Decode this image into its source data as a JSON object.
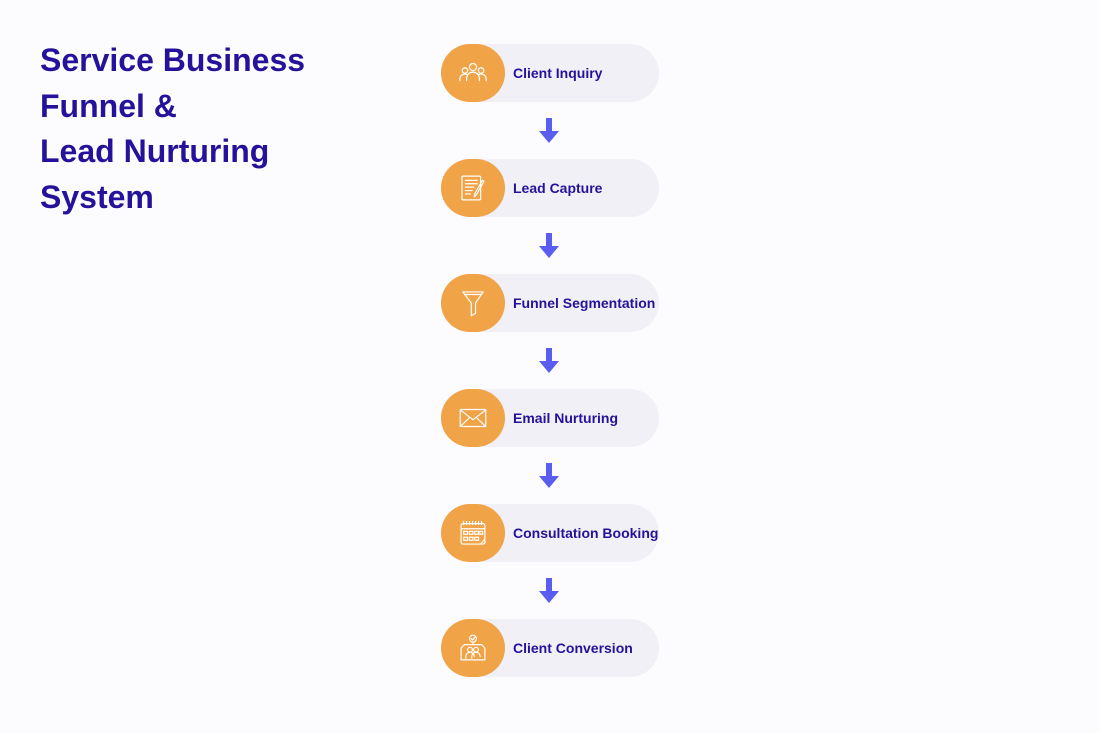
{
  "title_lines": [
    "Service Business",
    "Funnel &",
    "Lead Nurturing",
    "System"
  ],
  "steps": [
    {
      "label": "Client Inquiry",
      "icon": "people-group-icon"
    },
    {
      "label": "Lead Capture",
      "icon": "form-edit-icon"
    },
    {
      "label": "Funnel Segmentation",
      "icon": "funnel-icon"
    },
    {
      "label": "Email Nurturing",
      "icon": "envelope-icon"
    },
    {
      "label": "Consultation Booking",
      "icon": "calendar-icon"
    },
    {
      "label": "Client Conversion",
      "icon": "user-check-icon"
    }
  ],
  "colors": {
    "title": "#24129a",
    "icon_bg": "#f0a347",
    "pill_bg": "#f2f0f7",
    "arrow": "#5b5cf0",
    "background": "#fcfbfd"
  }
}
